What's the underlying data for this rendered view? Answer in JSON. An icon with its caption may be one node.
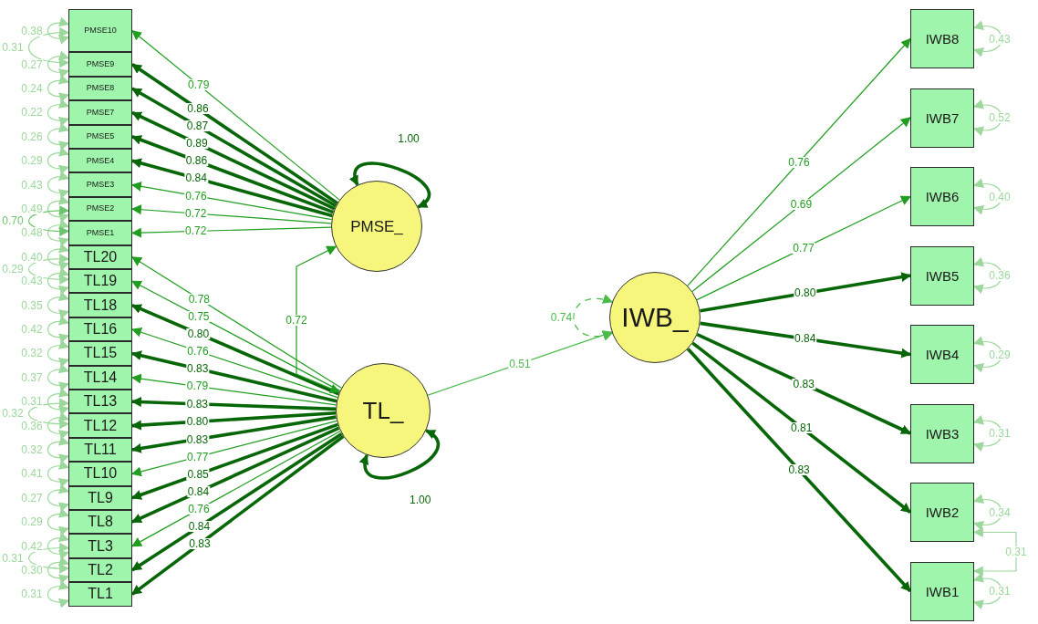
{
  "diagram": {
    "nodes": [
      {
        "text": [
          "PMSE10"
        ]
      },
      {
        "text": [
          "PMSE9"
        ]
      },
      {
        "text": [
          "PMSE8"
        ]
      },
      {
        "text": [
          "PMSE7"
        ]
      },
      {
        "text": [
          "PMSE5"
        ]
      },
      {
        "text": [
          "PMSE4"
        ]
      },
      {
        "text": [
          "PMSE3"
        ]
      },
      {
        "text": [
          "PMSE2"
        ]
      },
      {
        "text": [
          "PMSE1"
        ]
      },
      {
        "text": [
          "TL20"
        ]
      },
      {
        "text": [
          "TL19"
        ]
      },
      {
        "text": [
          "TL18"
        ]
      },
      {
        "text": [
          "TL16"
        ]
      },
      {
        "text": [
          "TL15"
        ]
      },
      {
        "text": [
          "TL14"
        ]
      },
      {
        "text": [
          "TL13"
        ]
      },
      {
        "text": [
          "TL12"
        ]
      },
      {
        "text": [
          "TL11"
        ]
      },
      {
        "text": [
          "TL10"
        ]
      },
      {
        "text": [
          "TL9"
        ]
      },
      {
        "text": [
          "TL8"
        ]
      },
      {
        "text": [
          "TL3"
        ]
      },
      {
        "text": [
          "TL2"
        ]
      },
      {
        "text": [
          "TL1"
        ]
      },
      {
        "text": [
          "PMSE_"
        ]
      },
      {
        "text": [
          "TL_"
        ]
      },
      {
        "text": [
          "IWB_"
        ]
      },
      {
        "text": [
          "IWB8"
        ]
      },
      {
        "text": [
          "IWB7"
        ]
      },
      {
        "text": [
          "IWB6"
        ]
      },
      {
        "text": [
          "IWB5"
        ]
      },
      {
        "text": [
          "IWB4"
        ]
      },
      {
        "text": [
          "IWB3"
        ]
      },
      {
        "text": [
          "IWB2"
        ]
      },
      {
        "text": [
          "IWB1"
        ]
      }
    ],
    "edges": [
      {
        "from": 24,
        "to": 0,
        "arrow": "to",
        "label": "0.79",
        "color": "#1f9e1f"
      },
      {
        "from": 24,
        "to": 1,
        "arrow": "to",
        "label": "0.86",
        "style": "thick",
        "color": "#076607"
      },
      {
        "from": 24,
        "to": 2,
        "arrow": "to",
        "label": "0.87",
        "style": "thick",
        "color": "#076607"
      },
      {
        "from": 24,
        "to": 3,
        "arrow": "to",
        "label": "0.89",
        "style": "thick",
        "color": "#076607"
      },
      {
        "from": 24,
        "to": 4,
        "arrow": "to",
        "label": "0.86",
        "style": "thick",
        "color": "#076607"
      },
      {
        "from": 24,
        "to": 5,
        "arrow": "to",
        "label": "0.84",
        "style": "thick",
        "color": "#076607"
      },
      {
        "from": 24,
        "to": 6,
        "arrow": "to",
        "label": "0.76",
        "color": "#1f9e1f"
      },
      {
        "from": 24,
        "to": 7,
        "arrow": "to",
        "label": "0.72",
        "color": "#1f9e1f"
      },
      {
        "from": 24,
        "to": 8,
        "arrow": "to",
        "label": "0.72",
        "color": "#1f9e1f"
      },
      {
        "from": 25,
        "to": 9,
        "arrow": "to",
        "label": "0.78",
        "color": "#1f9e1f"
      },
      {
        "from": 25,
        "to": 10,
        "arrow": "to",
        "label": "0.75",
        "color": "#1f9e1f"
      },
      {
        "from": 25,
        "to": 11,
        "arrow": "to",
        "label": "0.80",
        "style": "thick",
        "color": "#076607"
      },
      {
        "from": 25,
        "to": 12,
        "arrow": "to",
        "label": "0.76",
        "color": "#1f9e1f"
      },
      {
        "from": 25,
        "to": 13,
        "arrow": "to",
        "label": "0.83",
        "style": "thick",
        "color": "#076607"
      },
      {
        "from": 25,
        "to": 14,
        "arrow": "to",
        "label": "0.79",
        "color": "#1f9e1f"
      },
      {
        "from": 25,
        "to": 15,
        "arrow": "to",
        "label": "0.83",
        "style": "thick",
        "color": "#076607"
      },
      {
        "from": 25,
        "to": 16,
        "arrow": "to",
        "label": "0.80",
        "style": "thick",
        "color": "#076607"
      },
      {
        "from": 25,
        "to": 17,
        "arrow": "to",
        "label": "0.83",
        "style": "thick",
        "color": "#076607"
      },
      {
        "from": 25,
        "to": 18,
        "arrow": "to",
        "label": "0.77",
        "color": "#1f9e1f"
      },
      {
        "from": 25,
        "to": 19,
        "arrow": "to",
        "label": "0.85",
        "style": "thick",
        "color": "#076607"
      },
      {
        "from": 25,
        "to": 20,
        "arrow": "to",
        "label": "0.84",
        "style": "thick",
        "color": "#076607"
      },
      {
        "from": 25,
        "to": 21,
        "arrow": "to",
        "label": "0.76",
        "color": "#1f9e1f"
      },
      {
        "from": 25,
        "to": 22,
        "arrow": "to",
        "label": "0.84",
        "style": "thick",
        "color": "#076607"
      },
      {
        "from": 25,
        "to": 23,
        "arrow": "to",
        "label": "0.83",
        "style": "thick",
        "color": "#076607"
      },
      {
        "from": 24,
        "to": 25,
        "arrow": "both",
        "label": "0.72",
        "color": "#1f9e1f"
      },
      {
        "from": 25,
        "to": 26,
        "arrow": "to",
        "label": "0.51",
        "color": "#4cbb4c"
      },
      {
        "from": 26,
        "to": 27,
        "arrow": "to",
        "label": "0.76",
        "color": "#1f9e1f"
      },
      {
        "from": 26,
        "to": 28,
        "arrow": "to",
        "label": "0.69",
        "color": "#1f9e1f"
      },
      {
        "from": 26,
        "to": 29,
        "arrow": "to",
        "label": "0.77",
        "color": "#1f9e1f"
      },
      {
        "from": 26,
        "to": 30,
        "arrow": "to",
        "label": "0.80",
        "style": "thick",
        "color": "#076607"
      },
      {
        "from": 26,
        "to": 31,
        "arrow": "to",
        "label": "0.84",
        "style": "thick",
        "color": "#076607"
      },
      {
        "from": 26,
        "to": 32,
        "arrow": "to",
        "label": "0.83",
        "style": "thick",
        "color": "#076607"
      },
      {
        "from": 26,
        "to": 33,
        "arrow": "to",
        "label": "0.81",
        "style": "thick",
        "color": "#076607"
      },
      {
        "from": 26,
        "to": 34,
        "arrow": "to",
        "label": "0.83",
        "style": "thick",
        "color": "#076607"
      },
      {
        "from": 24,
        "to": 24,
        "arrow": "both",
        "label": "1.00",
        "style": "thick",
        "color": "#076607"
      },
      {
        "from": 25,
        "to": 25,
        "arrow": "both",
        "label": "1.00",
        "style": "thick",
        "color": "#076607"
      },
      {
        "from": 26,
        "to": 26,
        "arrow": "both",
        "label": "0.74",
        "style": "dashed",
        "color": "#4cbb4c"
      },
      {
        "from": 0,
        "to": 0,
        "arrow": "both",
        "label": "0.38",
        "color": "#9cd89c"
      },
      {
        "from": 1,
        "to": 1,
        "arrow": "both",
        "label": "0.27",
        "color": "#9cd89c"
      },
      {
        "from": 2,
        "to": 2,
        "arrow": "both",
        "label": "0.24",
        "color": "#9cd89c"
      },
      {
        "from": 3,
        "to": 3,
        "arrow": "both",
        "label": "0.22",
        "color": "#9cd89c"
      },
      {
        "from": 4,
        "to": 4,
        "arrow": "both",
        "label": "0.26",
        "color": "#9cd89c"
      },
      {
        "from": 5,
        "to": 5,
        "arrow": "both",
        "label": "0.29",
        "color": "#9cd89c"
      },
      {
        "from": 6,
        "to": 6,
        "arrow": "both",
        "label": "0.43",
        "color": "#9cd89c"
      },
      {
        "from": 7,
        "to": 7,
        "arrow": "both",
        "label": "0.49",
        "color": "#9cd89c"
      },
      {
        "from": 8,
        "to": 8,
        "arrow": "both",
        "label": "0.48",
        "color": "#9cd89c"
      },
      {
        "from": 9,
        "to": 9,
        "arrow": "both",
        "label": "0.40",
        "color": "#9cd89c"
      },
      {
        "from": 10,
        "to": 10,
        "arrow": "both",
        "label": "0.43",
        "color": "#9cd89c"
      },
      {
        "from": 11,
        "to": 11,
        "arrow": "both",
        "label": "0.35",
        "color": "#9cd89c"
      },
      {
        "from": 12,
        "to": 12,
        "arrow": "both",
        "label": "0.42",
        "color": "#9cd89c"
      },
      {
        "from": 13,
        "to": 13,
        "arrow": "both",
        "label": "0.32",
        "color": "#9cd89c"
      },
      {
        "from": 14,
        "to": 14,
        "arrow": "both",
        "label": "0.37",
        "color": "#9cd89c"
      },
      {
        "from": 15,
        "to": 15,
        "arrow": "both",
        "label": "0.31",
        "color": "#9cd89c"
      },
      {
        "from": 16,
        "to": 16,
        "arrow": "both",
        "label": "0.36",
        "color": "#9cd89c"
      },
      {
        "from": 17,
        "to": 17,
        "arrow": "both",
        "label": "0.32",
        "color": "#9cd89c"
      },
      {
        "from": 18,
        "to": 18,
        "arrow": "both",
        "label": "0.41",
        "color": "#9cd89c"
      },
      {
        "from": 19,
        "to": 19,
        "arrow": "both",
        "label": "0.27",
        "color": "#9cd89c"
      },
      {
        "from": 20,
        "to": 20,
        "arrow": "both",
        "label": "0.29",
        "color": "#9cd89c"
      },
      {
        "from": 21,
        "to": 21,
        "arrow": "both",
        "label": "0.42",
        "color": "#9cd89c"
      },
      {
        "from": 22,
        "to": 22,
        "arrow": "both",
        "label": "0.30",
        "color": "#9cd89c"
      },
      {
        "from": 23,
        "to": 23,
        "arrow": "both",
        "label": "0.31",
        "color": "#9cd89c"
      },
      {
        "from": 27,
        "to": 27,
        "arrow": "both",
        "label": "0.43",
        "color": "#9cd89c"
      },
      {
        "from": 28,
        "to": 28,
        "arrow": "both",
        "label": "0.52",
        "color": "#9cd89c"
      },
      {
        "from": 29,
        "to": 29,
        "arrow": "both",
        "label": "0.40",
        "color": "#9cd89c"
      },
      {
        "from": 30,
        "to": 30,
        "arrow": "both",
        "label": "0.36",
        "color": "#9cd89c"
      },
      {
        "from": 31,
        "to": 31,
        "arrow": "both",
        "label": "0.29",
        "color": "#9cd89c"
      },
      {
        "from": 32,
        "to": 32,
        "arrow": "both",
        "label": "0.31",
        "color": "#9cd89c"
      },
      {
        "from": 33,
        "to": 33,
        "arrow": "both",
        "label": "0.34",
        "color": "#9cd89c"
      },
      {
        "from": 34,
        "to": 34,
        "arrow": "both",
        "label": "0.31",
        "color": "#9cd89c"
      },
      {
        "from": 0,
        "to": 1,
        "arrow": "both",
        "label": "0.31",
        "color": "#9cd89c"
      },
      {
        "from": 7,
        "to": 8,
        "arrow": "both",
        "label": "0.70",
        "color": "#6cc46c"
      },
      {
        "from": 9,
        "to": 10,
        "arrow": "both",
        "label": "0.29",
        "color": "#9cd89c"
      },
      {
        "from": 15,
        "to": 16,
        "arrow": "both",
        "label": "0.32",
        "color": "#9cd89c"
      },
      {
        "from": 21,
        "to": 22,
        "arrow": "both",
        "label": "0.31",
        "color": "#9cd89c"
      },
      {
        "from": 33,
        "to": 34,
        "arrow": "both",
        "label": "0.31",
        "color": "#9cd89c"
      }
    ]
  }
}
